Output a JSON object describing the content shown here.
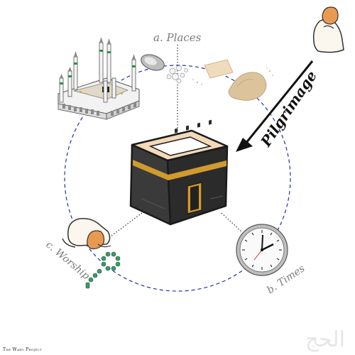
{
  "labels": {
    "places": "a. Places",
    "times": "b. Times",
    "worship": "c. Worship",
    "pilgrimage": "Pilgrimage"
  },
  "footer": {
    "credit": "The Wahy Project",
    "arabic": "الحج"
  },
  "icons": {
    "center": "kaaba-icon",
    "places": [
      "mosque-icon",
      "stone-icon",
      "pebbles-icon",
      "parchment-icon",
      "sand-icon"
    ],
    "times": "clock-icon",
    "worship": [
      "prostrating-person-icon",
      "prayer-beads-icon"
    ],
    "pilgrim": "praying-pilgrim-icon"
  },
  "colors": {
    "orbit": "#1f2fb0",
    "kaaba_cloth": "#2b2b2b",
    "kaaba_gold": "#d19a2e",
    "kaaba_top": "#f3d9b8",
    "robe": "#f9f6ee",
    "skin": "#e89a52",
    "beads": "#3d9a6a"
  }
}
